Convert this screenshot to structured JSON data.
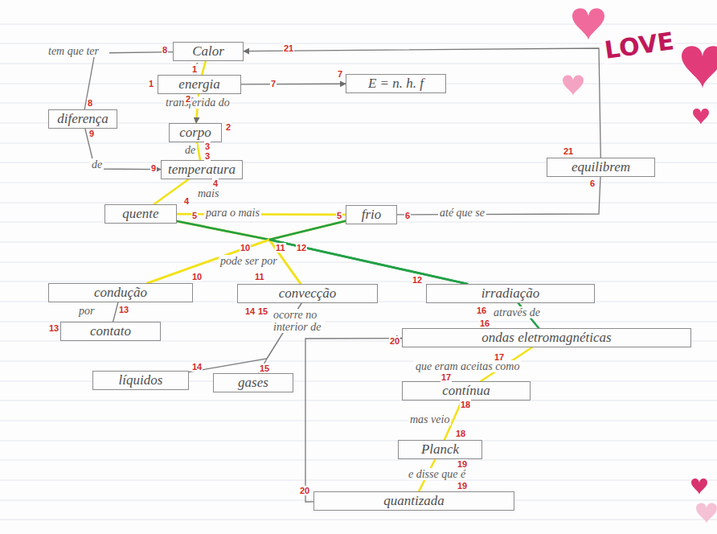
{
  "diagram": {
    "nodes": [
      {
        "text": [
          "Calor"
        ]
      },
      {
        "text": [
          "energia"
        ]
      },
      {
        "text": [
          "E = n. h. f"
        ]
      },
      {
        "text": [
          "diferença"
        ]
      },
      {
        "text": [
          "corpo"
        ]
      },
      {
        "text": [
          "temperatura"
        ]
      },
      {
        "text": [
          "equilibrem"
        ]
      },
      {
        "text": [
          "quente"
        ]
      },
      {
        "text": [
          "frio"
        ]
      },
      {
        "text": [
          "condução"
        ]
      },
      {
        "text": [
          "convecção"
        ]
      },
      {
        "text": [
          "irradiação"
        ]
      },
      {
        "text": [
          "contato"
        ]
      },
      {
        "text": [
          "ondas eletromagnéticas"
        ]
      },
      {
        "text": [
          "líquidos"
        ]
      },
      {
        "text": [
          "gases"
        ]
      },
      {
        "text": [
          "contínua"
        ]
      },
      {
        "text": [
          "Planck"
        ]
      },
      {
        "text": [
          "quantizada"
        ]
      }
    ],
    "edges": [
      {
        "from": 0,
        "to": 1,
        "arrow": "none"
      },
      {
        "from": 1,
        "to": 2,
        "arrow": "to"
      },
      {
        "from": 1,
        "to": 4,
        "arrow": "to"
      },
      {
        "from": 4,
        "to": 5,
        "arrow": "none"
      },
      {
        "from": 5,
        "to": 7,
        "arrow": "none"
      },
      {
        "from": 7,
        "to": 8,
        "arrow": "none"
      },
      {
        "from": 8,
        "to": 6,
        "arrow": "none"
      },
      {
        "from": 6,
        "to": 0,
        "arrow": "to"
      },
      {
        "from": 0,
        "to": 3,
        "arrow": "none"
      },
      {
        "from": 3,
        "to": 5,
        "arrow": "to"
      },
      {
        "from": 7,
        "to": 9,
        "arrow": "none"
      },
      {
        "from": 7,
        "to": 10,
        "arrow": "none"
      },
      {
        "from": 7,
        "to": 11,
        "arrow": "none"
      },
      {
        "from": 8,
        "to": 9,
        "arrow": "none"
      },
      {
        "from": 8,
        "to": 10,
        "arrow": "none"
      },
      {
        "from": 8,
        "to": 11,
        "arrow": "none"
      },
      {
        "from": 9,
        "to": 12,
        "arrow": "none"
      },
      {
        "from": 10,
        "to": 14,
        "arrow": "none"
      },
      {
        "from": 10,
        "to": 15,
        "arrow": "none"
      },
      {
        "from": 11,
        "to": 13,
        "arrow": "none"
      },
      {
        "from": 13,
        "to": 16,
        "arrow": "none"
      },
      {
        "from": 16,
        "to": 17,
        "arrow": "none"
      },
      {
        "from": 17,
        "to": 18,
        "arrow": "none"
      },
      {
        "from": 18,
        "to": 13,
        "arrow": "to"
      }
    ],
    "labels": [
      "tem que ter",
      "é",
      "transferida do",
      "de",
      "de",
      "mais",
      "para o mais",
      "até que se",
      "pode ser por",
      "por",
      "ocorre no interior de",
      "através de",
      "que eram aceitas como",
      "mas veio",
      "e disse que é",
      "8",
      "21",
      "1",
      "1",
      "7",
      "7",
      "2",
      "8",
      "9",
      "2",
      "3",
      "3",
      "9",
      "21",
      "6",
      "4",
      "4",
      "5",
      "5",
      "6",
      "10",
      "11",
      "12",
      "10",
      "11",
      "12",
      "16",
      "16",
      "13",
      "13",
      "14",
      "15",
      "20",
      "17",
      "17",
      "14",
      "15",
      "18",
      "18",
      "19",
      "19",
      "20",
      "LOVE"
    ]
  }
}
